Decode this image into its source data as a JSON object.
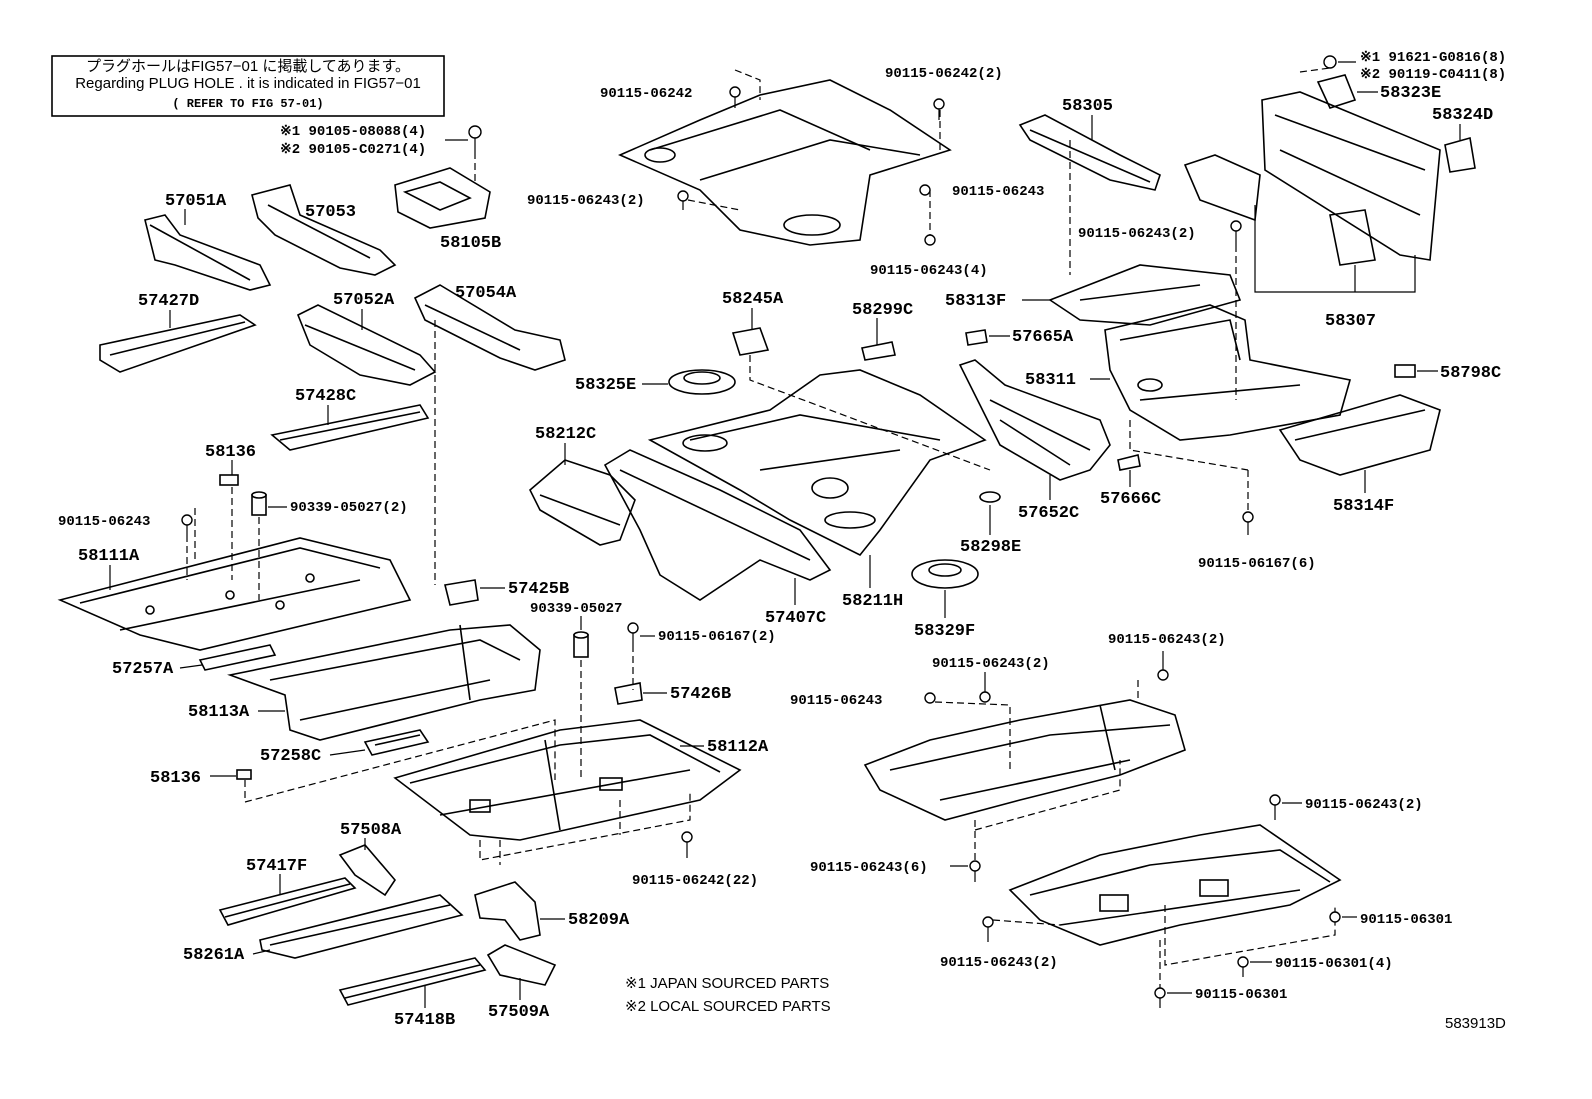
{
  "notice": {
    "line_jp": "プラグホールはFIG57−01 に掲載してあります。",
    "line_en": "Regarding PLUG HOLE . it is indicated in FIG57−01",
    "refer": "( REFER TO FIG 57-01)"
  },
  "fasteners_top_left": {
    "l1": "※1 90105-08088(4)",
    "l2": "※2 90105-C0271(4)"
  },
  "fasteners_top_right": {
    "l1": "※1 91621-G0816(8)",
    "l2": "※2 90119-C0411(8)"
  },
  "parts": {
    "p58105B": "58105B",
    "p57051A": "57051A",
    "p57053": "57053",
    "p57427D": "57427D",
    "p57052A": "57052A",
    "p57054A": "57054A",
    "p57428C": "57428C",
    "p58136a": "58136",
    "p90339_05027_2": "90339-05027(2)",
    "p90115_06243_l": "90115-06243",
    "p58111A": "58111A",
    "p57425B": "57425B",
    "p57257A": "57257A",
    "p58113A": "58113A",
    "p57258C": "57258C",
    "p58136b": "58136",
    "p90339_05027": "90339-05027",
    "p90115_06167_2": "90115-06167(2)",
    "p57426B": "57426B",
    "p58112A": "58112A",
    "p90115_06242_22": "90115-06242(22)",
    "p57508A": "57508A",
    "p57417F": "57417F",
    "p58261A": "58261A",
    "p58209A": "58209A",
    "p57418B": "57418B",
    "p57509A": "57509A",
    "p90115_06242": "90115-06242",
    "p90115_06242_2": "90115-06242(2)",
    "p90115_06243_2a": "90115-06243(2)",
    "p90115_06243_a": "90115-06243",
    "p90115_06243_4": "90115-06243(4)",
    "p58245A": "58245A",
    "p58299C": "58299C",
    "p58325E": "58325E",
    "p58212C": "58212C",
    "p57407C": "57407C",
    "p58211H": "58211H",
    "p58329F": "58329F",
    "p58298E": "58298E",
    "p58305": "58305",
    "p58313F": "58313F",
    "p57665A": "57665A",
    "p58311": "58311",
    "p57652C": "57652C",
    "p57666C": "57666C",
    "p90115_06243_2b": "90115-06243(2)",
    "p58323E": "58323E",
    "p58324D": "58324D",
    "p58307": "58307",
    "p58798C": "58798C",
    "p58314F": "58314F",
    "p90115_06167_6": "90115-06167(6)",
    "p90115_06243_2c": "90115-06243(2)",
    "p90115_06243_2d": "90115-06243(2)",
    "p90115_06243_b": "90115-06243",
    "p90115_06243_2e": "90115-06243(2)",
    "p90115_06243_6": "90115-06243(6)",
    "p90115_06301_a": "90115-06301",
    "p90115_06243_2f": "90115-06243(2)",
    "p90115_06301_4": "90115-06301(4)",
    "p90115_06301_b": "90115-06301"
  },
  "legend": {
    "l1": "※1 JAPAN SOURCED PARTS",
    "l2": "※2 LOCAL SOURCED PARTS"
  },
  "figure_id": "583913D"
}
